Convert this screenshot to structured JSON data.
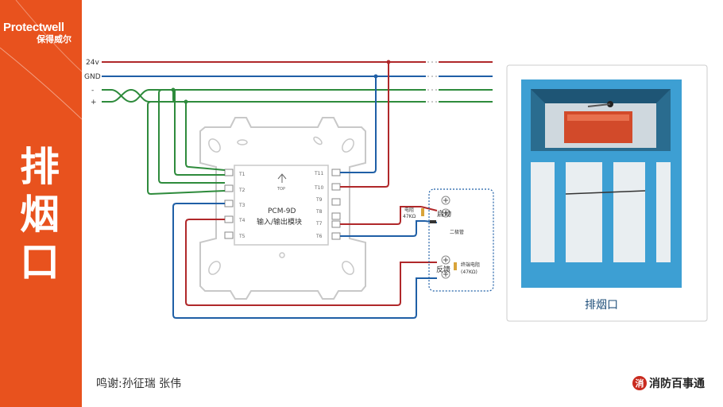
{
  "brand": {
    "name": "Protectwell",
    "name_cn": "保得威尔"
  },
  "sidebar": {
    "title": "排烟口"
  },
  "bus": {
    "v24": "24v",
    "gnd": "GND",
    "minus": "-",
    "plus": "+"
  },
  "module": {
    "model": "PCM-9D",
    "desc": "输入/输出模块",
    "top_label": "TOP",
    "terminals_left": [
      "T1",
      "T2",
      "T3",
      "T4",
      "T5"
    ],
    "terminals_right": [
      "T11",
      "T10",
      "T9",
      "T8",
      "T7",
      "T6"
    ]
  },
  "control": {
    "resistor_label_1": "电阻",
    "resistor_label_2": "47KΩ",
    "start_label": "启动",
    "diode_label": "二极管",
    "feedback_label": "反馈",
    "end_resistor_label_1": "终端电阻",
    "end_resistor_label_2": "(47KΩ)"
  },
  "photo": {
    "caption": "排烟口"
  },
  "credit": "鸣谢:孙征瑞  张伟",
  "footer_logo": {
    "mark": "消",
    "text": "消防百事通"
  },
  "colors": {
    "orange": "#e8521e",
    "red": "#b0282a",
    "blue": "#1f5fa6",
    "green": "#2e8b3c",
    "damper_blue": "#3d9fd3"
  }
}
